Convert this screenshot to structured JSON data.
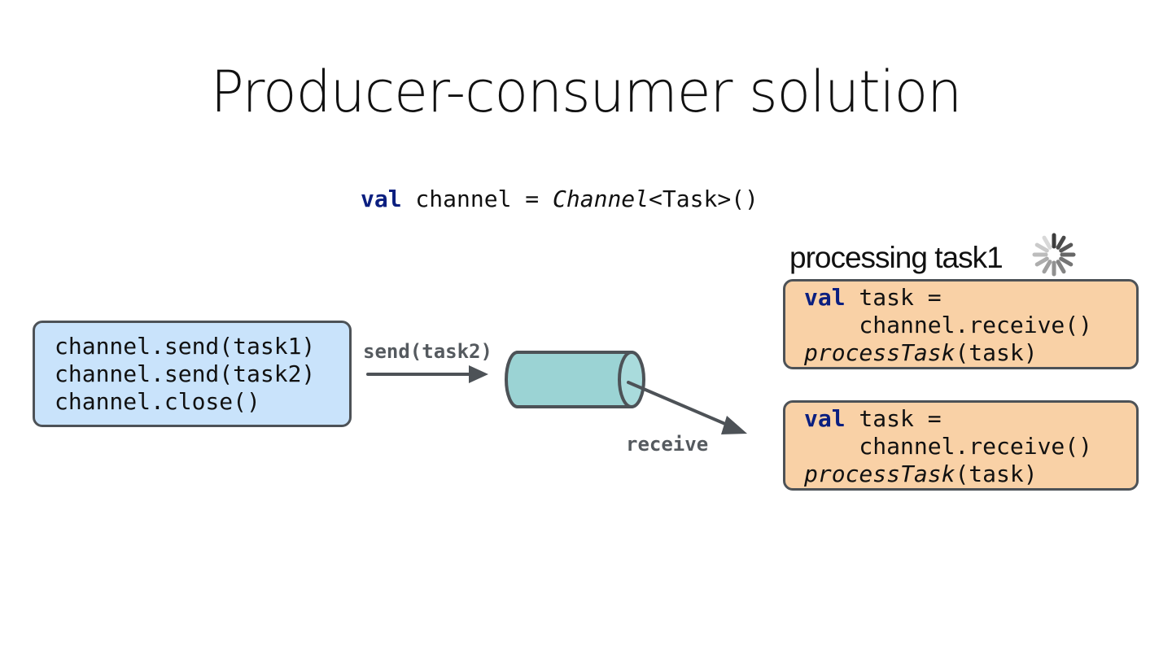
{
  "title": "Producer-consumer solution",
  "declaration": {
    "keyword": "val",
    "name": " channel = ",
    "type": "Channel",
    "rest": "<Task>()"
  },
  "producer": {
    "lines": [
      "channel.send(task1)",
      "channel.send(task2)",
      "channel.close()"
    ]
  },
  "arrows": {
    "send_label": "send(task2)",
    "receive_label": "receive"
  },
  "consumers": [
    {
      "status": "processing task1",
      "status_icon": "spinner-icon",
      "keyword": "val",
      "line1": " task =",
      "line2": "    channel.receive()",
      "fn": "processTask",
      "args": "(task)"
    },
    {
      "keyword": "val",
      "line1": " task =",
      "line2": "    channel.receive()",
      "fn": "processTask",
      "args": "(task)"
    }
  ],
  "colors": {
    "producer_fill": "#c9e3fb",
    "consumer_fill": "#f9d1a6",
    "channel_fill": "#9bd3d4",
    "stroke": "#4d5257",
    "keyword": "#0b1f80"
  }
}
